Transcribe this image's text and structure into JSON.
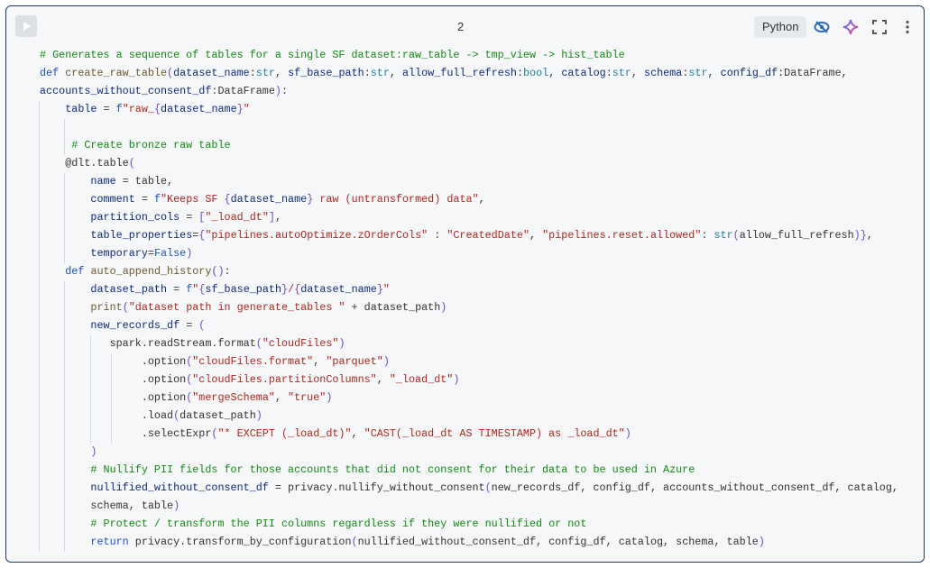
{
  "cell": {
    "execution_count": "2",
    "language": "Python"
  },
  "icons": [
    "hide-icon",
    "assistant-sparkle-icon",
    "expand-icon",
    "more-options-icon"
  ],
  "code": {
    "lines": [
      [
        [
          "c",
          "# Generates a sequence of tables for a single SF dataset:raw_table -> tmp_view -> hist_table"
        ]
      ],
      [
        [
          "k",
          "def "
        ],
        [
          "f",
          "create_raw_table"
        ],
        [
          "o",
          "("
        ],
        [
          "v",
          "dataset_name"
        ],
        [
          "t",
          ":"
        ],
        [
          "b",
          "str"
        ],
        [
          "t",
          ", "
        ],
        [
          "v",
          "sf_base_path"
        ],
        [
          "t",
          ":"
        ],
        [
          "b",
          "str"
        ],
        [
          "t",
          ", "
        ],
        [
          "v",
          "allow_full_refresh"
        ],
        [
          "t",
          ":"
        ],
        [
          "b",
          "bool"
        ],
        [
          "t",
          ", "
        ],
        [
          "v",
          "catalog"
        ],
        [
          "t",
          ":"
        ],
        [
          "b",
          "str"
        ],
        [
          "t",
          ", "
        ],
        [
          "v",
          "schema"
        ],
        [
          "t",
          ":"
        ],
        [
          "b",
          "str"
        ],
        [
          "t",
          ", "
        ],
        [
          "v",
          "config_df"
        ],
        [
          "t",
          ":DataFrame,"
        ]
      ],
      [
        [
          "v",
          "accounts_without_consent_df"
        ],
        [
          "t",
          ":DataFrame"
        ],
        [
          "o",
          ")"
        ],
        [
          "t",
          ":"
        ]
      ],
      [
        [
          "t",
          "    "
        ],
        [
          "v",
          "table"
        ],
        [
          "t",
          " = "
        ],
        [
          "k",
          "f"
        ],
        [
          "s",
          "\"raw_"
        ],
        [
          "o",
          "{"
        ],
        [
          "v",
          "dataset_name"
        ],
        [
          "o",
          "}"
        ],
        [
          "s",
          "\""
        ]
      ],
      [
        [
          "t",
          " "
        ]
      ],
      [
        [
          "t",
          "     "
        ],
        [
          "c",
          "# Create bronze raw table"
        ]
      ],
      [
        [
          "t",
          "    @dlt.table"
        ],
        [
          "o",
          "("
        ]
      ],
      [
        [
          "t",
          "        "
        ],
        [
          "v",
          "name"
        ],
        [
          "t",
          " = table,"
        ]
      ],
      [
        [
          "t",
          "        "
        ],
        [
          "v",
          "comment"
        ],
        [
          "t",
          " = "
        ],
        [
          "k",
          "f"
        ],
        [
          "s",
          "\"Keeps SF "
        ],
        [
          "o",
          "{"
        ],
        [
          "v",
          "dataset_name"
        ],
        [
          "o",
          "}"
        ],
        [
          "s",
          " raw (untransformed) data\""
        ],
        [
          "t",
          ","
        ]
      ],
      [
        [
          "t",
          "        "
        ],
        [
          "v",
          "partition_cols"
        ],
        [
          "t",
          " = "
        ],
        [
          "o",
          "["
        ],
        [
          "s",
          "\"_load_dt\""
        ],
        [
          "o",
          "]"
        ],
        [
          "t",
          ","
        ]
      ],
      [
        [
          "t",
          "        "
        ],
        [
          "v",
          "table_properties"
        ],
        [
          "t",
          "="
        ],
        [
          "o",
          "{"
        ],
        [
          "s",
          "\"pipelines.autoOptimize.zOrderCols\""
        ],
        [
          "t",
          " : "
        ],
        [
          "s",
          "\"CreatedDate\""
        ],
        [
          "t",
          ", "
        ],
        [
          "s",
          "\"pipelines.reset.allowed\""
        ],
        [
          "t",
          ": "
        ],
        [
          "b",
          "str"
        ],
        [
          "o",
          "("
        ],
        [
          "t",
          "allow_full_refresh"
        ],
        [
          "o",
          ")}"
        ],
        [
          "t",
          ","
        ]
      ],
      [
        [
          "t",
          "        "
        ],
        [
          "v",
          "temporary"
        ],
        [
          "t",
          "="
        ],
        [
          "k",
          "False"
        ],
        [
          "o",
          ")"
        ]
      ],
      [
        [
          "t",
          "    "
        ],
        [
          "k",
          "def "
        ],
        [
          "f",
          "auto_append_history"
        ],
        [
          "o",
          "()"
        ],
        [
          "t",
          ":"
        ]
      ],
      [
        [
          "t",
          "        "
        ],
        [
          "v",
          "dataset_path"
        ],
        [
          "t",
          " = "
        ],
        [
          "k",
          "f"
        ],
        [
          "s",
          "\""
        ],
        [
          "o",
          "{"
        ],
        [
          "v",
          "sf_base_path"
        ],
        [
          "o",
          "}"
        ],
        [
          "s",
          "/"
        ],
        [
          "o",
          "{"
        ],
        [
          "v",
          "dataset_name"
        ],
        [
          "o",
          "}"
        ],
        [
          "s",
          "\""
        ]
      ],
      [
        [
          "t",
          "        "
        ],
        [
          "f",
          "print"
        ],
        [
          "o",
          "("
        ],
        [
          "s",
          "\"dataset path in generate_tables \""
        ],
        [
          "t",
          " + dataset_path"
        ],
        [
          "o",
          ")"
        ]
      ],
      [
        [
          "t",
          "        "
        ],
        [
          "v",
          "new_records_df"
        ],
        [
          "t",
          " = "
        ],
        [
          "o",
          "("
        ]
      ],
      [
        [
          "t",
          "           spark.readStream.format"
        ],
        [
          "o",
          "("
        ],
        [
          "s",
          "\"cloudFiles\""
        ],
        [
          "o",
          ")"
        ]
      ],
      [
        [
          "t",
          "                .option"
        ],
        [
          "o",
          "("
        ],
        [
          "s",
          "\"cloudFiles.format\""
        ],
        [
          "t",
          ", "
        ],
        [
          "s",
          "\"parquet\""
        ],
        [
          "o",
          ")"
        ]
      ],
      [
        [
          "t",
          "                .option"
        ],
        [
          "o",
          "("
        ],
        [
          "s",
          "\"cloudFiles.partitionColumns\""
        ],
        [
          "t",
          ", "
        ],
        [
          "s",
          "\"_load_dt\""
        ],
        [
          "o",
          ")"
        ]
      ],
      [
        [
          "t",
          "                .option"
        ],
        [
          "o",
          "("
        ],
        [
          "s",
          "\"mergeSchema\""
        ],
        [
          "t",
          ", "
        ],
        [
          "s",
          "\"true\""
        ],
        [
          "o",
          ")"
        ]
      ],
      [
        [
          "t",
          "                .load"
        ],
        [
          "o",
          "("
        ],
        [
          "t",
          "dataset_path"
        ],
        [
          "o",
          ")"
        ]
      ],
      [
        [
          "t",
          "                .selectExpr"
        ],
        [
          "o",
          "("
        ],
        [
          "s",
          "\"* EXCEPT (_load_dt)\""
        ],
        [
          "t",
          ", "
        ],
        [
          "s",
          "\"CAST(_load_dt AS TIMESTAMP) as _load_dt\""
        ],
        [
          "o",
          ")"
        ]
      ],
      [
        [
          "t",
          "        "
        ],
        [
          "o",
          ")"
        ]
      ],
      [
        [
          "t",
          "        "
        ],
        [
          "c",
          "# Nullify PII fields for those accounts that did not consent for their data to be used in Azure"
        ]
      ],
      [
        [
          "t",
          "        "
        ],
        [
          "v",
          "nullified_without_consent_df"
        ],
        [
          "t",
          " = privacy.nullify_without_consent"
        ],
        [
          "o",
          "("
        ],
        [
          "t",
          "new_records_df, config_df, accounts_without_consent_df, catalog,"
        ]
      ],
      [
        [
          "t",
          "        schema, table"
        ],
        [
          "o",
          ")"
        ]
      ],
      [
        [
          "t",
          "        "
        ],
        [
          "c",
          "# Protect / transform the PII columns regardless if they were nullified or not"
        ]
      ],
      [
        [
          "t",
          "        "
        ],
        [
          "k",
          "return "
        ],
        [
          "t",
          "privacy.transform_by_configuration"
        ],
        [
          "o",
          "("
        ],
        [
          "t",
          "nullified_without_consent_df, config_df, catalog, schema, table"
        ],
        [
          "o",
          ")"
        ]
      ]
    ]
  }
}
